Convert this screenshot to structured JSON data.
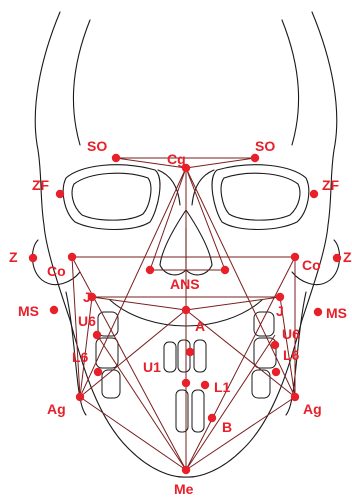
{
  "colors": {
    "outline": "#1a1a1a",
    "landmark": "#e8202a",
    "line": "#7a1f1f",
    "background": "#ffffff"
  },
  "landmarks": {
    "cg": "Cg",
    "so_left": "SO",
    "so_right": "SO",
    "zf_left": "ZF",
    "zf_right": "ZF",
    "z_left": "Z",
    "z_right": "Z",
    "co_left": "Co",
    "co_right": "Co",
    "ans": "ANS",
    "j_left": "J",
    "j_right": "J",
    "ms_left": "MS",
    "ms_right": "MS",
    "u6_left": "U6",
    "u6_right": "U6",
    "a": "A",
    "l6_left": "L6",
    "l6_right": "L6",
    "u1": "U1",
    "l1": "L1",
    "ag_left": "Ag",
    "ag_right": "Ag",
    "b": "B",
    "me": "Me"
  }
}
